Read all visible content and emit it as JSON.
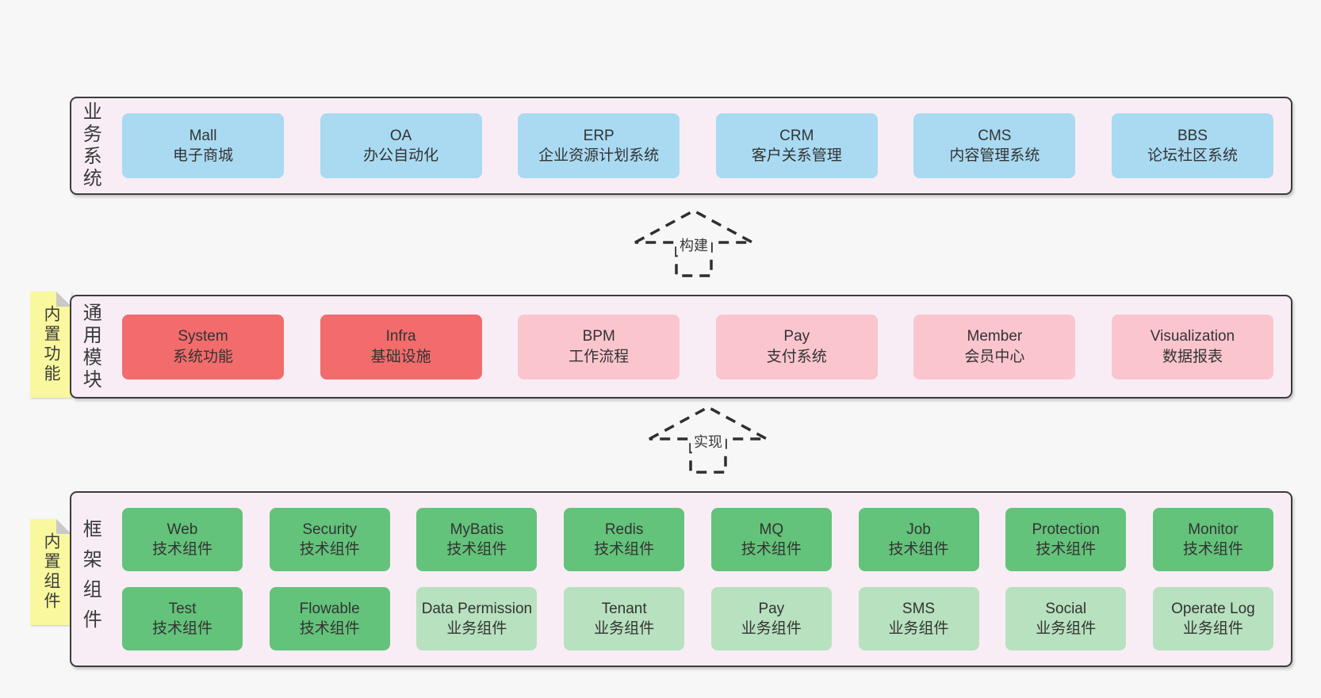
{
  "colors": {
    "page_bg": "#f7f7f7",
    "band_bg": "#f8edf5",
    "band_border": "#3c3c3c",
    "blue": "#a9daf2",
    "red": "#f26c6c",
    "pink": "#fbc5ce",
    "green_dark": "#63c37a",
    "green_light": "#b7e1bf",
    "sticky_yellow": "#f9f89f",
    "sticky_fold": "#c9c9c9",
    "text": "#333333"
  },
  "band1": {
    "label": "业务系统",
    "boxes": [
      {
        "title": "Mall",
        "subtitle": "电子商城"
      },
      {
        "title": "OA",
        "subtitle": "办公自动化"
      },
      {
        "title": "ERP",
        "subtitle": "企业资源计划系统"
      },
      {
        "title": "CRM",
        "subtitle": "客户关系管理"
      },
      {
        "title": "CMS",
        "subtitle": "内容管理系统"
      },
      {
        "title": "BBS",
        "subtitle": "论坛社区系统"
      }
    ]
  },
  "arrow1": {
    "label": "构建"
  },
  "band2": {
    "sticky": "内置功能",
    "label": "通用模块",
    "boxes": [
      {
        "title": "System",
        "subtitle": "系统功能"
      },
      {
        "title": "Infra",
        "subtitle": "基础设施"
      },
      {
        "title": "BPM",
        "subtitle": "工作流程"
      },
      {
        "title": "Pay",
        "subtitle": "支付系统"
      },
      {
        "title": "Member",
        "subtitle": "会员中心"
      },
      {
        "title": "Visualization",
        "subtitle": "数据报表"
      }
    ]
  },
  "arrow2": {
    "label": "实现"
  },
  "band3": {
    "sticky": "内置组件",
    "label": "框架组件",
    "row1": [
      {
        "title": "Web",
        "subtitle": "技术组件"
      },
      {
        "title": "Security",
        "subtitle": "技术组件"
      },
      {
        "title": "MyBatis",
        "subtitle": "技术组件"
      },
      {
        "title": "Redis",
        "subtitle": "技术组件"
      },
      {
        "title": "MQ",
        "subtitle": "技术组件"
      },
      {
        "title": "Job",
        "subtitle": "技术组件"
      },
      {
        "title": "Protection",
        "subtitle": "技术组件"
      },
      {
        "title": "Monitor",
        "subtitle": "技术组件"
      }
    ],
    "row2": [
      {
        "title": "Test",
        "subtitle": "技术组件"
      },
      {
        "title": "Flowable",
        "subtitle": "技术组件"
      },
      {
        "title": "Data Permission",
        "subtitle": "业务组件"
      },
      {
        "title": "Tenant",
        "subtitle": "业务组件"
      },
      {
        "title": "Pay",
        "subtitle": "业务组件"
      },
      {
        "title": "SMS",
        "subtitle": "业务组件"
      },
      {
        "title": "Social",
        "subtitle": "业务组件"
      },
      {
        "title": "Operate Log",
        "subtitle": "业务组件"
      }
    ]
  }
}
